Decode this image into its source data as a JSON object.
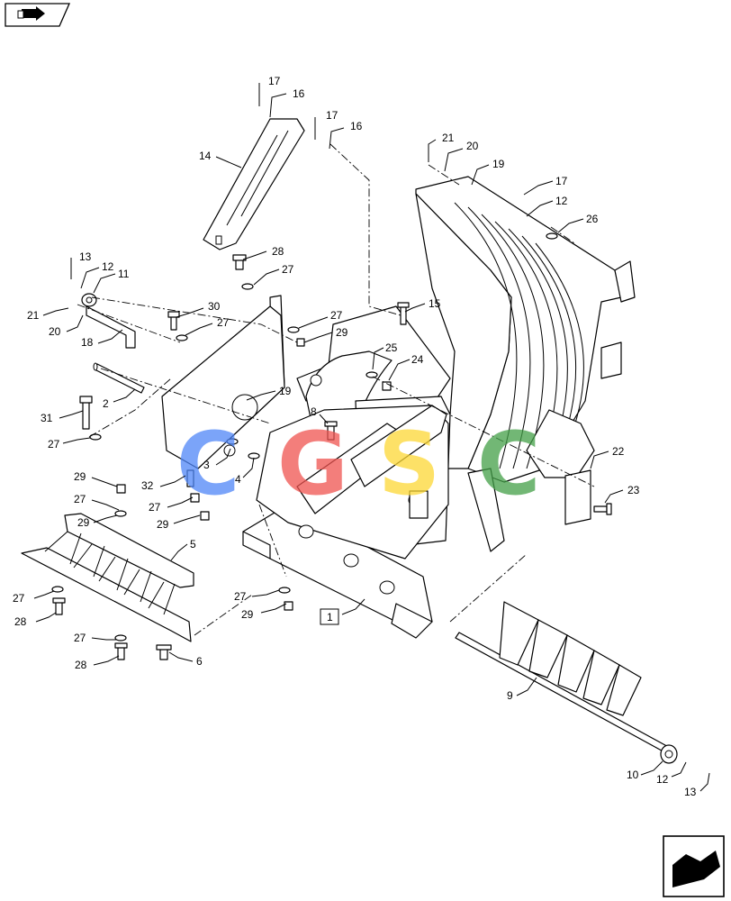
{
  "nav": {
    "top_icon": "book-arrow-icon",
    "bottom_icon": "next-page-arrow-icon"
  },
  "watermark": {
    "letters": [
      "C",
      "G",
      "S",
      "C"
    ],
    "colors": [
      "#4f86f7",
      "#ef5350",
      "#fdd835",
      "#43a047"
    ]
  },
  "callouts": {
    "c17a": "17",
    "c16a": "16",
    "c17b": "17",
    "c16b": "16",
    "c14": "14",
    "c21a": "21",
    "c20a": "20",
    "c19a": "19",
    "c17c": "17",
    "c12a": "12",
    "c26": "26",
    "c13a": "13",
    "c12b": "12",
    "c11": "11",
    "c28a": "28",
    "c27a": "27",
    "c21b": "21",
    "c20b": "20",
    "c18": "18",
    "c30": "30",
    "c27b": "27",
    "c27c": "27",
    "c29a": "29",
    "c15": "15",
    "c25": "25",
    "c24": "24",
    "c19b": "19",
    "c2": "2",
    "c8": "8",
    "c31": "31",
    "c27d": "27",
    "c3": "3",
    "c4": "4",
    "c22": "22",
    "c29b": "29",
    "c32": "32",
    "c23": "23",
    "c27e": "27",
    "c29c": "29",
    "c27f": "27",
    "c29d": "29",
    "c5": "5",
    "c27g": "27",
    "c28b": "28",
    "c1": "1",
    "c27h": "27",
    "c28c": "28",
    "c6": "6",
    "c9": "9",
    "c10": "10",
    "c12c": "12",
    "c13b": "13"
  }
}
